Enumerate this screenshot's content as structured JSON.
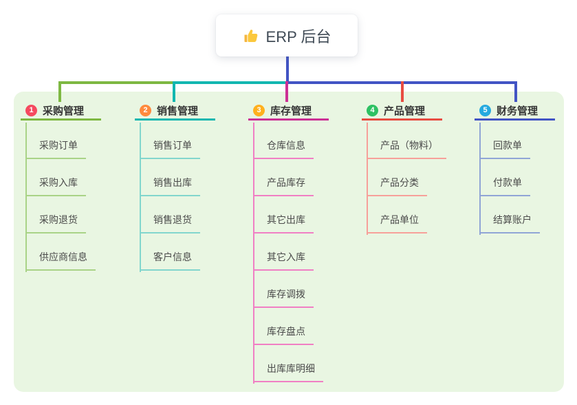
{
  "root": {
    "label": "ERP 后台",
    "icon": "thumbs-up"
  },
  "panel": {
    "background": "#e9f6e2"
  },
  "connector": {
    "stem_color": "#4254c4"
  },
  "branches": [
    {
      "num": "1",
      "label": "采购管理",
      "badge_color": "#f5495f",
      "line_color": "#7eb842",
      "child_line_color": "#a9d387",
      "children": [
        "采购订单",
        "采购入库",
        "采购退货",
        "供应商信息"
      ]
    },
    {
      "num": "2",
      "label": "销售管理",
      "badge_color": "#ff8a3d",
      "line_color": "#12b7b0",
      "child_line_color": "#82d6cd",
      "children": [
        "销售订单",
        "销售出库",
        "销售退货",
        "客户信息"
      ]
    },
    {
      "num": "3",
      "label": "库存管理",
      "badge_color": "#ffb01e",
      "line_color": "#cc3095",
      "child_line_color": "#f07fc4",
      "children": [
        "仓库信息",
        "产品库存",
        "其它出库",
        "其它入库",
        "库存调拨",
        "库存盘点",
        "出库库明细"
      ]
    },
    {
      "num": "4",
      "label": "产品管理",
      "badge_color": "#2ec163",
      "line_color": "#e84c41",
      "child_line_color": "#f7a09a",
      "children": [
        "产品（物料）",
        "产品分类",
        "产品单位"
      ]
    },
    {
      "num": "5",
      "label": "财务管理",
      "badge_color": "#26aadf",
      "line_color": "#4254c4",
      "child_line_color": "#90a5d6",
      "children": [
        "回款单",
        "付款单",
        "结算账户"
      ]
    }
  ]
}
